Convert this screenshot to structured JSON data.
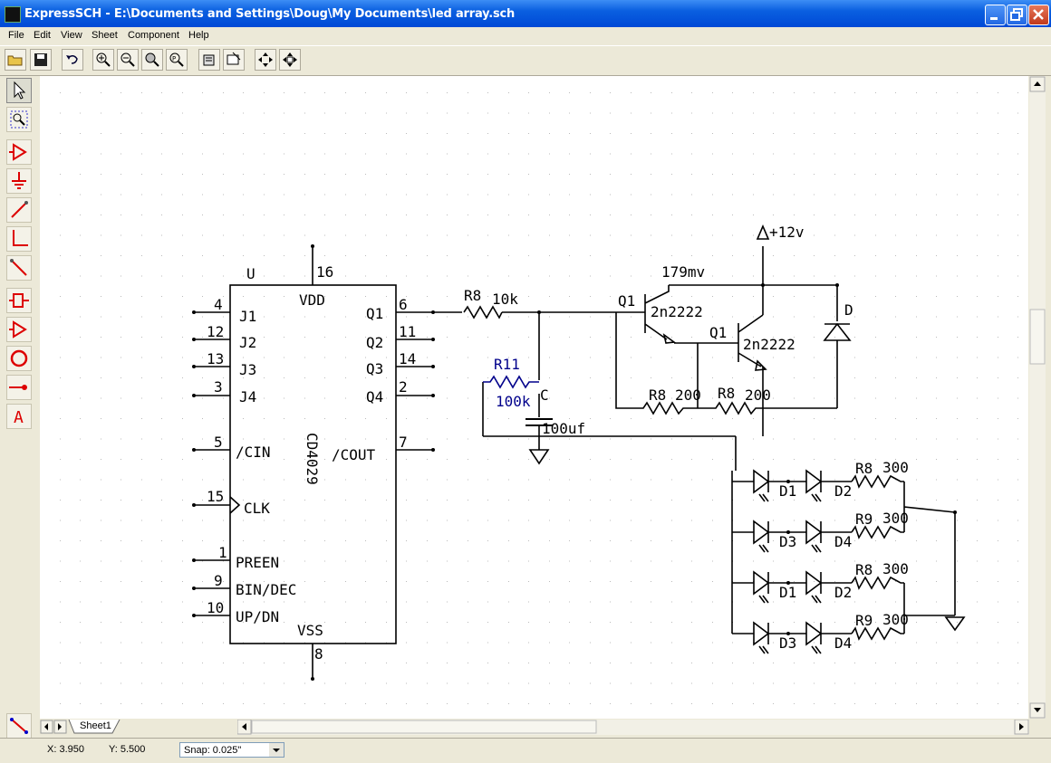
{
  "window": {
    "title": "ExpressSCH - E:\\Documents and Settings\\Doug\\My Documents\\led array.sch"
  },
  "menu": [
    "File",
    "Edit",
    "View",
    "Sheet",
    "Component",
    "Help"
  ],
  "toolbar_icons": [
    "open-icon",
    "save-icon",
    "undo-icon",
    "zoom-in-icon",
    "zoom-out-icon",
    "zoom-fit-icon",
    "zoom-page-icon",
    "properties-icon",
    "part-icon",
    "pan-icon",
    "move-icon"
  ],
  "left_tools": [
    "select-icon",
    "zoom-select-icon",
    "component-icon",
    "ground-icon",
    "wire-icon",
    "corner-wire-icon",
    "bus-icon",
    "pin-icon",
    "buffer-icon",
    "circle-icon",
    "junction-icon",
    "text-icon"
  ],
  "tabs": {
    "sheet": "Sheet1"
  },
  "status": {
    "x": "X: 3.950",
    "y": "Y: 5.500",
    "snap": "Snap:  0.025\""
  },
  "schematic": {
    "ic": {
      "ref": "U",
      "name": "CD4029",
      "vdd": "VDD",
      "vss": "VSS",
      "pin_top": "16",
      "pin_bottom": "8",
      "left_pins": [
        {
          "num": "4",
          "name": "J1"
        },
        {
          "num": "12",
          "name": "J2"
        },
        {
          "num": "13",
          "name": "J3"
        },
        {
          "num": "3",
          "name": "J4"
        },
        {
          "num": "5",
          "name": "/CIN"
        },
        {
          "num": "15",
          "name": "CLK"
        },
        {
          "num": "1",
          "name": "PREEN"
        },
        {
          "num": "9",
          "name": "BIN/DEC"
        },
        {
          "num": "10",
          "name": "UP/DN"
        }
      ],
      "right_pins": [
        {
          "num": "6",
          "name": "Q1"
        },
        {
          "num": "11",
          "name": "Q2"
        },
        {
          "num": "14",
          "name": "Q3"
        },
        {
          "num": "2",
          "name": "Q4"
        },
        {
          "num": "7",
          "name": "/COUT"
        }
      ]
    },
    "labels": {
      "r8_10k_ref": "R8",
      "r8_10k_val": "10k",
      "r11_ref": "R11",
      "r11_val": "100k",
      "cap_ref": "C",
      "cap_val": "100uf",
      "q1a_ref": "Q1",
      "q1a_type": "2n2222",
      "q1b_ref": "Q1",
      "q1b_type": "2n2222",
      "mv": "179mv",
      "supply": "+12v",
      "diode_ref": "D",
      "r8a_ref": "R8",
      "r8a_val": "200",
      "r8b_ref": "R8",
      "r8b_val": "200"
    },
    "led_rows": [
      {
        "d_a": "D1",
        "d_b": "D2",
        "r_ref": "R8",
        "r_val": "300"
      },
      {
        "d_a": "D3",
        "d_b": "D4",
        "r_ref": "R9",
        "r_val": "300"
      },
      {
        "d_a": "D1",
        "d_b": "D2",
        "r_ref": "R8",
        "r_val": "300"
      },
      {
        "d_a": "D3",
        "d_b": "D4",
        "r_ref": "R9",
        "r_val": "300"
      }
    ]
  }
}
